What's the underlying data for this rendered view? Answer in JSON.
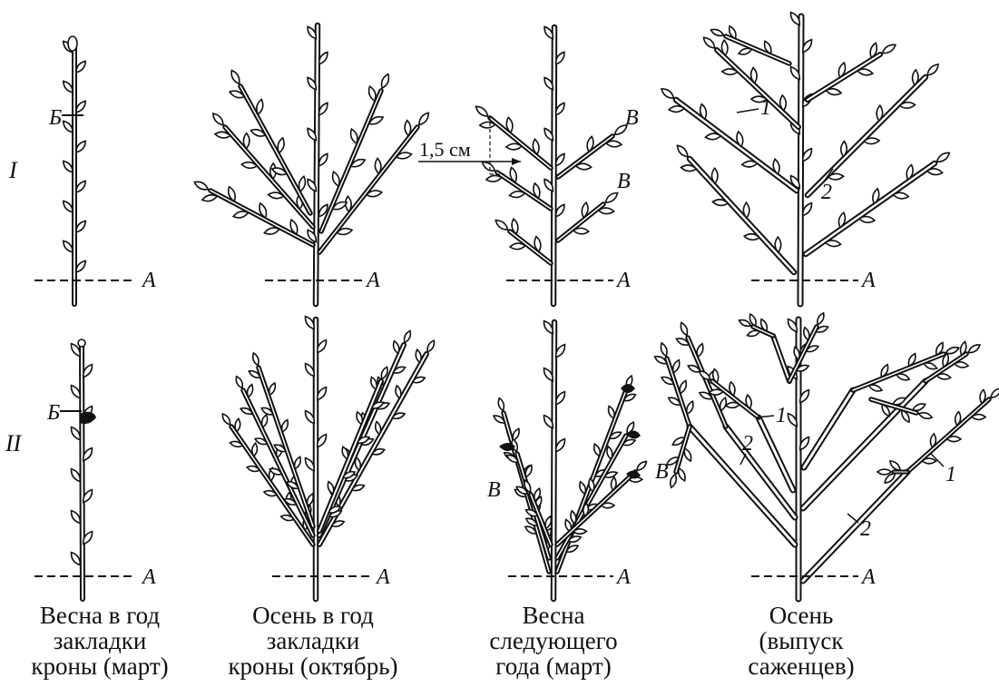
{
  "rows": [
    {
      "label": "I"
    },
    {
      "label": "II"
    }
  ],
  "marks": {
    "level": "A",
    "cut": "Б",
    "second_cut": "В",
    "num_1": "1",
    "num_2": "2",
    "distance": "1,5 см"
  },
  "stages": [
    {
      "lines": [
        "Весна в год",
        "закладки",
        "кроны (март)"
      ]
    },
    {
      "lines": [
        "Осень в год",
        "закладки",
        "кроны (октябрь)"
      ]
    },
    {
      "lines": [
        "Весна",
        "следующего",
        "года (март)"
      ]
    },
    {
      "lines": [
        "Осень",
        "(выпуск",
        "саженцев)"
      ]
    }
  ],
  "colors": {
    "ink": "#111111",
    "paper": "#ffffff"
  }
}
